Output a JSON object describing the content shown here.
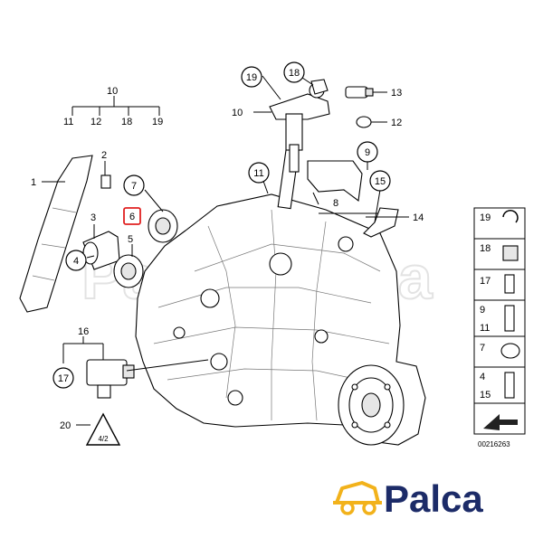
{
  "diagram": {
    "drawing_id": "00216263",
    "watermark": "Palca",
    "callouts": {
      "c1": "1",
      "c2": "2",
      "c3": "3",
      "c4": "4",
      "c5": "5",
      "c6": "6",
      "c7": "7",
      "c8": "8",
      "c9": "9",
      "c10_top": "10",
      "c10_mid": "10",
      "c11_row": "11",
      "c11_ring": "11",
      "c12_row": "12",
      "c12_right": "12",
      "c13": "13",
      "c14": "14",
      "c15": "15",
      "c16": "16",
      "c17": "17",
      "c18_row": "18",
      "c18_ring": "18",
      "c19_row": "19",
      "c19_ring": "19",
      "c20": "20"
    },
    "triangle_text": "4/2",
    "legend": [
      "19",
      "18",
      "17",
      "9",
      "11",
      "7",
      "4",
      "15"
    ],
    "highlight_color": "#e02020"
  },
  "brand": {
    "name": "Palca",
    "color": "#1c2b68",
    "car_icon_color": "#f2b21b"
  }
}
